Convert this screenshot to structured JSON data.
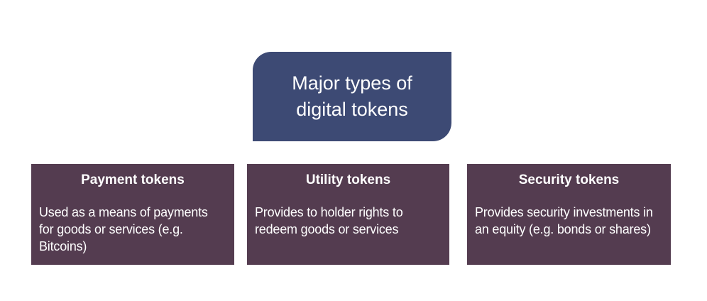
{
  "diagram": {
    "root": {
      "title": "Major types of\ndigital tokens"
    },
    "branches": [
      {
        "title": "Payment tokens",
        "description": "Used as a means of payments\nfor goods or services (e.g.\nBitcoins)"
      },
      {
        "title": "Utility tokens",
        "description": "Provides to holder rights to\nredeem goods or services"
      },
      {
        "title": "Security tokens",
        "description": "Provides security investments in\nan equity (e.g. bonds or shares)"
      }
    ],
    "colors": {
      "root_fill": "#3D4A74",
      "branch_fill": "#543C50",
      "text": "#FFFFFF",
      "background": "#FFFFFF"
    }
  }
}
